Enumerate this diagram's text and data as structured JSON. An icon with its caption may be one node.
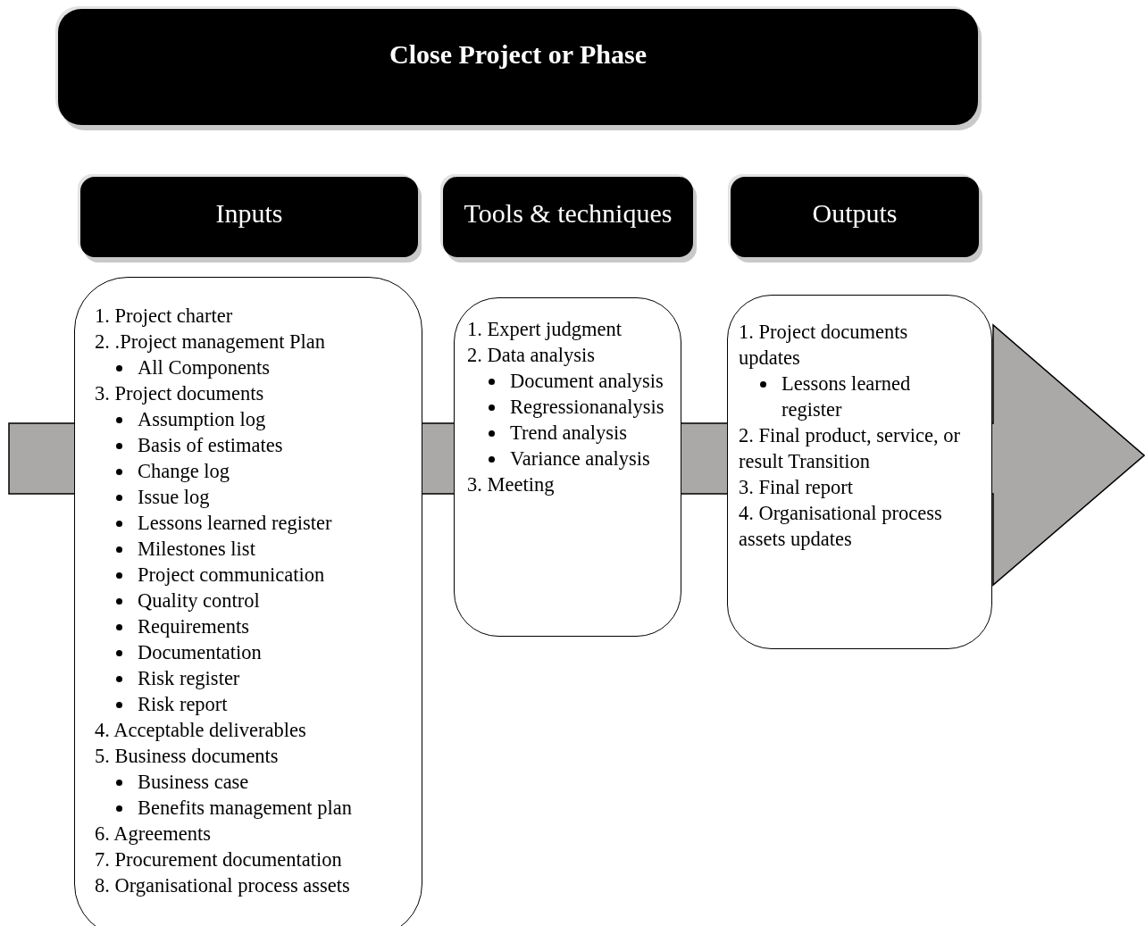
{
  "diagram": {
    "nodes": [
      {
        "text": [
          "Close Project or Phase"
        ]
      },
      {
        "text": [
          "Inputs"
        ]
      },
      {
        "text": [
          "1.  Project charter",
          "2.  .Project management Plan",
          "All Components",
          "3.  Project documents",
          "Assumption log",
          "Basis of estimates",
          "Change log",
          "Issue log",
          "Lessons learned register",
          "Milestones list",
          "Project communication",
          "Quality control",
          "Requirements",
          "Documentation",
          "Risk register",
          "Risk report",
          "4.  Acceptable deliverables",
          "5.  Business documents",
          "Business case",
          "Benefits management plan",
          "6.  Agreements",
          "7.  Procurement documentation",
          "8.  Organisational process assets"
        ]
      },
      {
        "text": [
          "Tools & techniques"
        ]
      },
      {
        "text": [
          "1. Expert judgment",
          "2.  Data analysis",
          "Document analysis",
          "Regressionanalysis",
          "Trend analysis",
          "Variance analysis",
          "3. Meeting"
        ]
      },
      {
        "text": [
          "Outputs"
        ]
      },
      {
        "text": [
          "1. Project documents updates",
          "Lessons learned register",
          "2. Final product, service, or result Transition",
          "3. Final report",
          "4. Organisational process assets updates"
        ]
      }
    ]
  }
}
